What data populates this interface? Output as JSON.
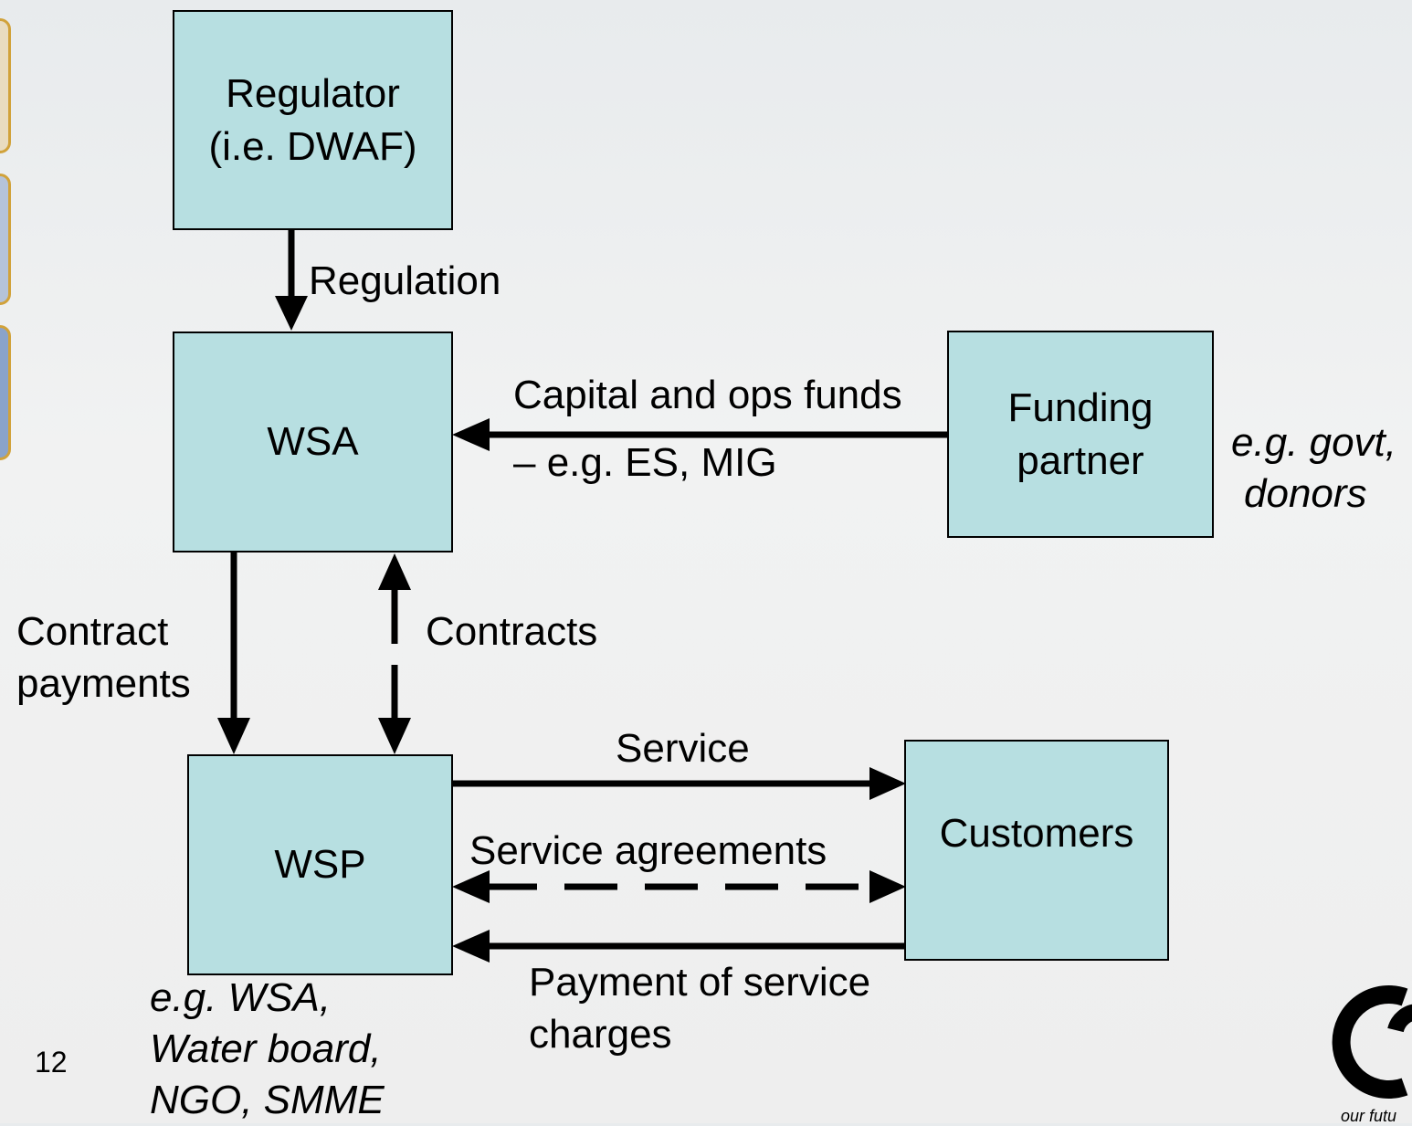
{
  "boxes": {
    "regulator": "Regulator (i.e. DWAF)",
    "wsa": "WSA",
    "funding": "Funding partner",
    "wsp": "WSP",
    "customers": "Customers"
  },
  "labels": {
    "regulation": "Regulation",
    "capital_1": "Capital and ops funds",
    "capital_2": "– e.g. ES, MIG",
    "contract_payments_1": "Contract",
    "contract_payments_2": "payments",
    "contracts": "Contracts",
    "service": "Service",
    "service_agreements": "Service agreements",
    "payment_1": "Payment of service",
    "payment_2": "charges"
  },
  "notes": {
    "funding_1": "e.g. govt,",
    "funding_2": "donors",
    "wsp_1": "e.g. WSA,",
    "wsp_2": "Water board,",
    "wsp_3": "NGO, SMME"
  },
  "footer": {
    "page_number": "12",
    "logo_tagline": "our futu"
  },
  "colors": {
    "box_fill": "#b7dfe1",
    "frame_accent": "#d1a23a"
  }
}
